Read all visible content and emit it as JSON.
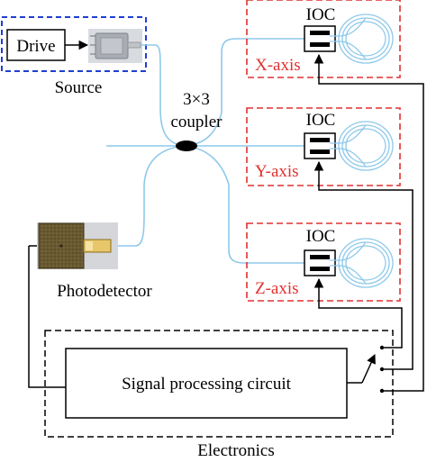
{
  "source": {
    "drive_label": "Drive",
    "caption": "Source",
    "box_color": "#1f3fd0"
  },
  "coupler": {
    "label_line1": "3×3",
    "label_line2": "coupler"
  },
  "ioc_blocks": [
    {
      "title": "IOC",
      "axis_label": "X-axis"
    },
    {
      "title": "IOC",
      "axis_label": "Y-axis"
    },
    {
      "title": "IOC",
      "axis_label": "Z-axis"
    }
  ],
  "photodetector": {
    "caption": "Photodetector"
  },
  "electronics": {
    "circuit_label": "Signal processing circuit",
    "caption": "Electronics"
  },
  "colors": {
    "fiber": "#8ec9ea",
    "axis_box": "#e03030",
    "wire": "#000000"
  },
  "icons": [
    "laser-chip-icon",
    "coupler-icon",
    "fiber-coil-icon",
    "photodetector-icon",
    "switch-icon"
  ]
}
